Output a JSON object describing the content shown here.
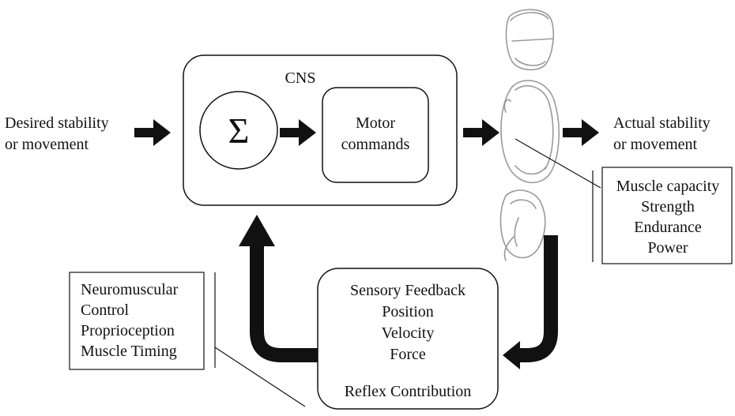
{
  "diagram": {
    "input_label": [
      "Desired stability",
      "or movement"
    ],
    "output_label": [
      "Actual stability",
      "or movement"
    ],
    "cns": {
      "title": "CNS",
      "summation_symbol": "Σ",
      "motor_box": [
        "Motor",
        "commands"
      ]
    },
    "muscle_box": [
      "Muscle capacity",
      "Strength",
      "Endurance",
      "Power"
    ],
    "sensory_box": {
      "lines": [
        "Sensory Feedback",
        "Position",
        "Velocity",
        "Force"
      ],
      "reflex": "Reflex Contribution"
    },
    "neuro_box": [
      "Neuromuscular",
      "Control",
      "Proprioception",
      "Muscle Timing"
    ],
    "colors": {
      "ink": "#111111",
      "sketch": "#9a9a9a"
    }
  }
}
